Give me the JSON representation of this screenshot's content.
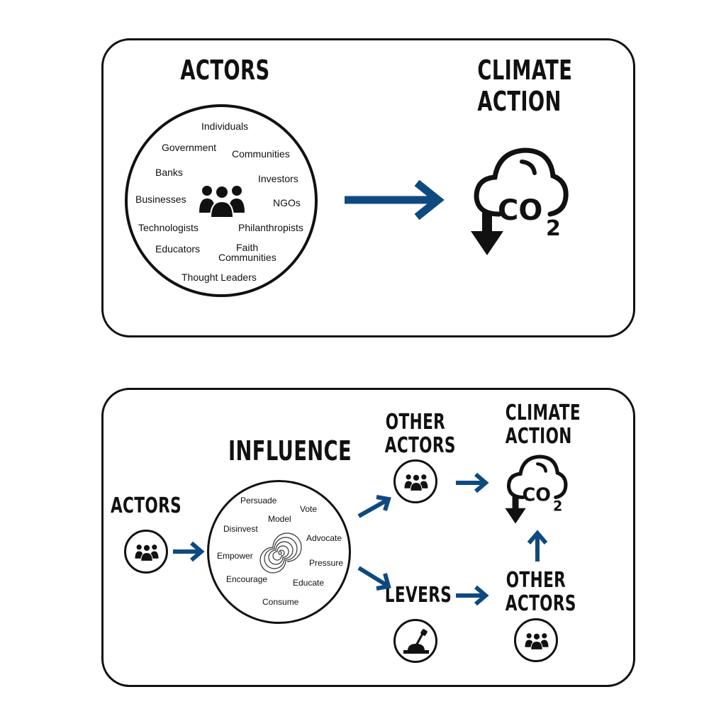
{
  "top_panel": {
    "actors_heading": "ACTORS",
    "climate_heading_line1": "CLIMATE",
    "climate_heading_line2": "ACTION",
    "actors": {
      "individuals": "Individuals",
      "government": "Government",
      "communities": "Communities",
      "banks": "Banks",
      "investors": "Investors",
      "businesses": "Businesses",
      "ngos": "NGOs",
      "technologists": "Technologists",
      "philanthropists": "Philanthropists",
      "educators": "Educators",
      "faith_line1": "Faith",
      "faith_line2": "Communities",
      "thought_leaders": "Thought Leaders"
    },
    "co2_text": "CO",
    "co2_sub": "2"
  },
  "bottom_panel": {
    "actors_heading": "ACTORS",
    "influence_heading": "INFLUENCE",
    "other_actors_top_line1": "OTHER",
    "other_actors_top_line2": "ACTORS",
    "climate_heading_line1": "CLIMATE",
    "climate_heading_line2": "ACTION",
    "levers_heading": "LEVERS",
    "other_actors_bottom_line1": "OTHER",
    "other_actors_bottom_line2": "ACTORS",
    "influence_words": {
      "persuade": "Persuade",
      "vote": "Vote",
      "model": "Model",
      "disinvest": "Disinvest",
      "advocate": "Advocate",
      "empower": "Empower",
      "pressure": "Pressure",
      "encourage": "Encourage",
      "educate": "Educate",
      "consume": "Consume"
    },
    "co2_text": "CO",
    "co2_sub": "2"
  },
  "colors": {
    "arrow": "#0e4a80",
    "ink": "#111111"
  },
  "icons": [
    "people-group-icon",
    "co2-cloud-icon",
    "down-arrow-icon",
    "spiral-icon",
    "lever-icon",
    "arrow-right-icon",
    "arrow-up-icon"
  ]
}
